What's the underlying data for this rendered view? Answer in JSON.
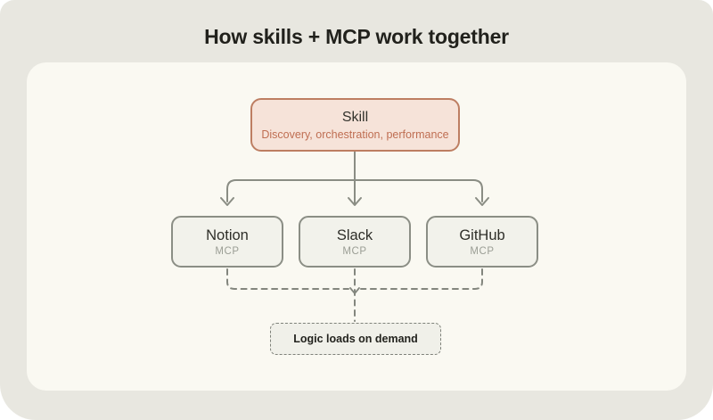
{
  "title": "How skills + MCP work together",
  "skill": {
    "label": "Skill",
    "subtitle": "Discovery, orchestration, performance"
  },
  "servers": [
    {
      "name": "Notion",
      "tag": "MCP"
    },
    {
      "name": "Slack",
      "tag": "MCP"
    },
    {
      "name": "GitHub",
      "tag": "MCP"
    }
  ],
  "footer_note": {
    "label": "Logic loads on demand"
  },
  "colors": {
    "page_background": "#e8e7e0",
    "panel_background": "#faf9f2",
    "skill_fill": "#f6e3d9",
    "skill_border": "#bd7e62",
    "skill_subtitle_text": "#bf6e52",
    "server_fill": "#f2f2eb",
    "server_border": "#8b8e85",
    "connector_line": "#8a8d84",
    "dashed_line": "#83867e",
    "title_text": "#21211c"
  }
}
